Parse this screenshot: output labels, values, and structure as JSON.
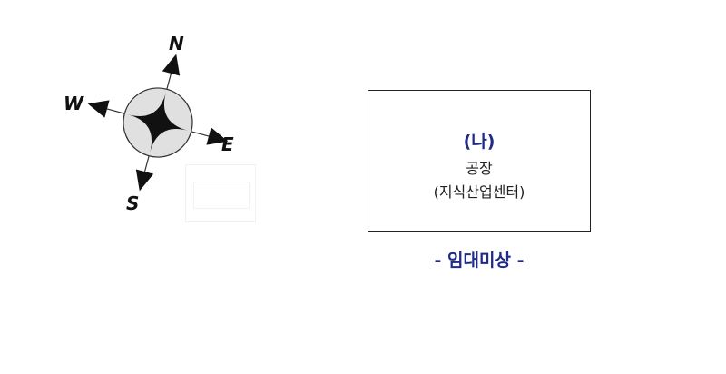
{
  "compass": {
    "north": "N",
    "south": "S",
    "east": "E",
    "west": "W"
  },
  "building": {
    "marker": "(나)",
    "type": "공장",
    "subtype": "(지식산업센터)"
  },
  "status": "- 임대미상 -",
  "colors": {
    "accent": "#1f2a8a",
    "outline": "#222222",
    "compass_fill": "#e0e0e0",
    "compass_star": "#111111"
  }
}
